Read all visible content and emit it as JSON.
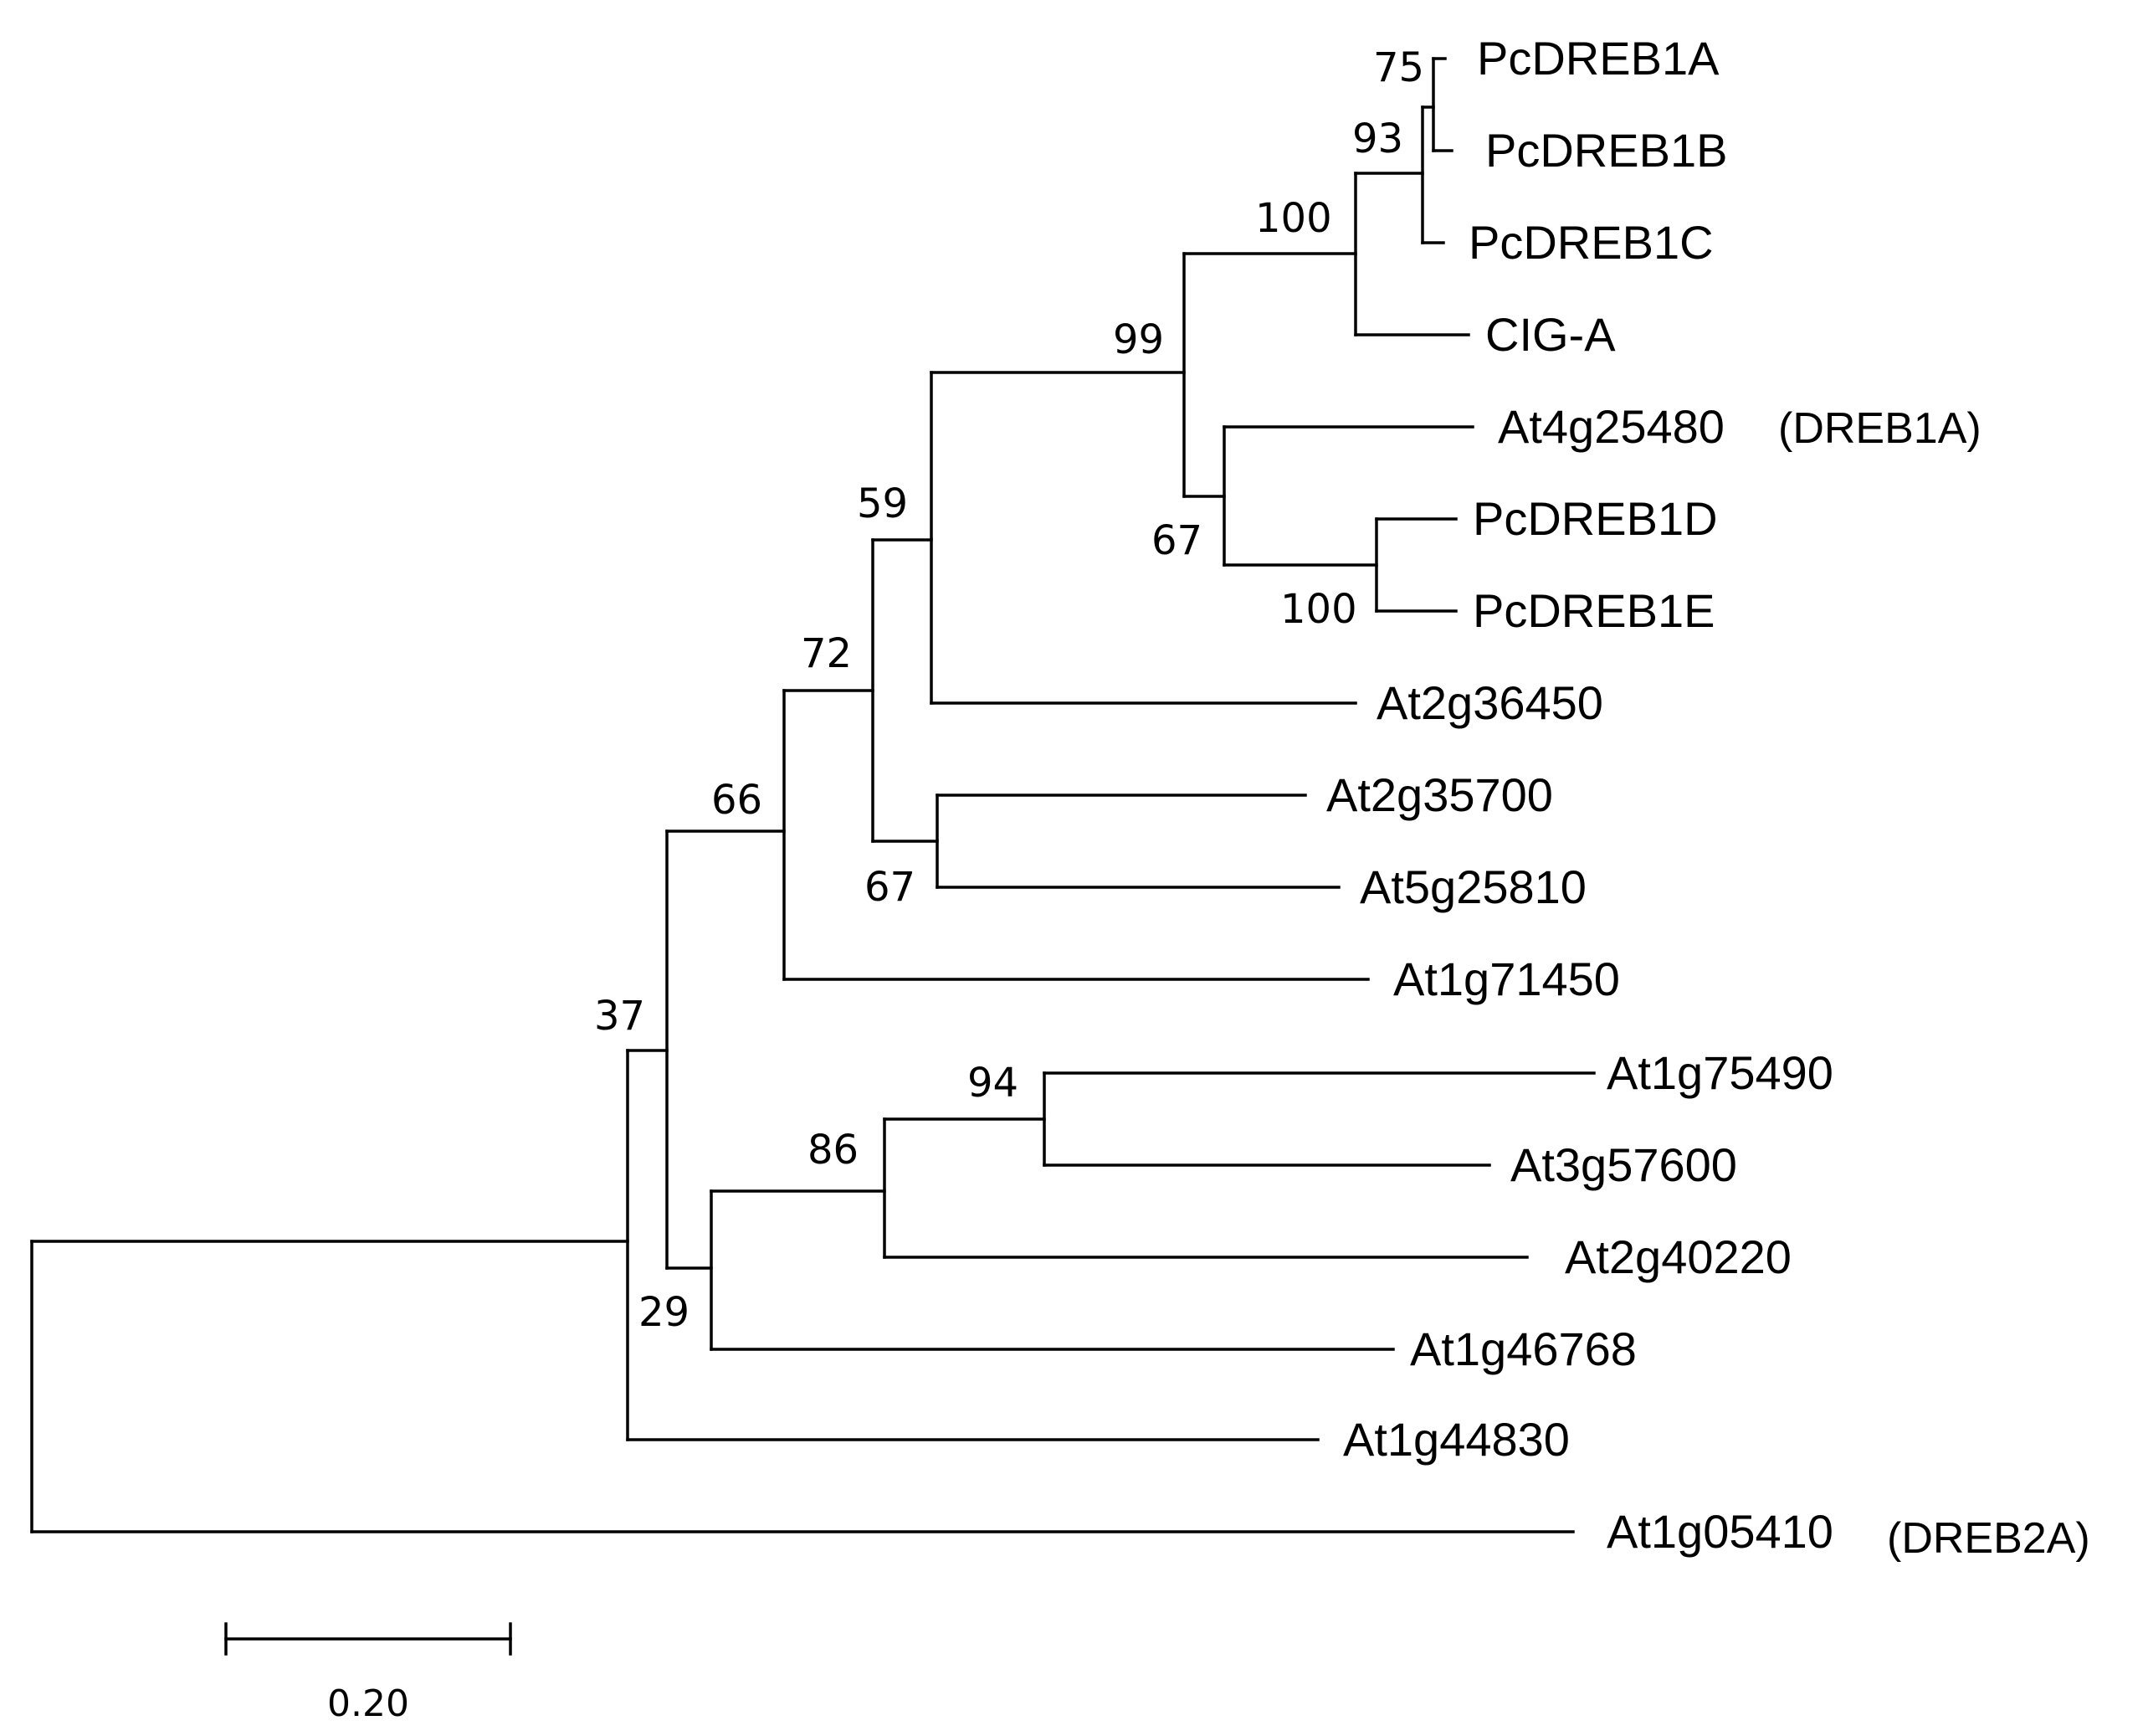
{
  "tree": {
    "leaves": [
      {
        "id": "pcdreb1a",
        "label": "PcDREB1A"
      },
      {
        "id": "pcdreb1b",
        "label": "PcDREB1B"
      },
      {
        "id": "pcdreb1c",
        "label": "PcDREB1C"
      },
      {
        "id": "ciga",
        "label": "CIG-A"
      },
      {
        "id": "at4g25480",
        "label": "At4g25480",
        "note": "(DREB1A)"
      },
      {
        "id": "pcdreb1d",
        "label": "PcDREB1D"
      },
      {
        "id": "pcdreb1e",
        "label": "PcDREB1E"
      },
      {
        "id": "at2g36450",
        "label": "At2g36450"
      },
      {
        "id": "at2g35700",
        "label": "At2g35700"
      },
      {
        "id": "at5g25810",
        "label": "At5g25810"
      },
      {
        "id": "at1g71450",
        "label": "At1g71450"
      },
      {
        "id": "at1g75490",
        "label": "At1g75490"
      },
      {
        "id": "at3g57600",
        "label": "At3g57600"
      },
      {
        "id": "at2g40220",
        "label": "At2g40220"
      },
      {
        "id": "at1g46768",
        "label": "At1g46768"
      },
      {
        "id": "at1g44830",
        "label": "At1g44830"
      },
      {
        "id": "at1g05410",
        "label": "At1g05410",
        "note": "(DREB2A)"
      }
    ],
    "support_values": [
      "75",
      "93",
      "100",
      "99",
      "67",
      "100",
      "59",
      "72",
      "67",
      "66",
      "37",
      "94",
      "86",
      "29"
    ],
    "scale_bar": {
      "value": 0.2,
      "label": "0.20"
    }
  }
}
